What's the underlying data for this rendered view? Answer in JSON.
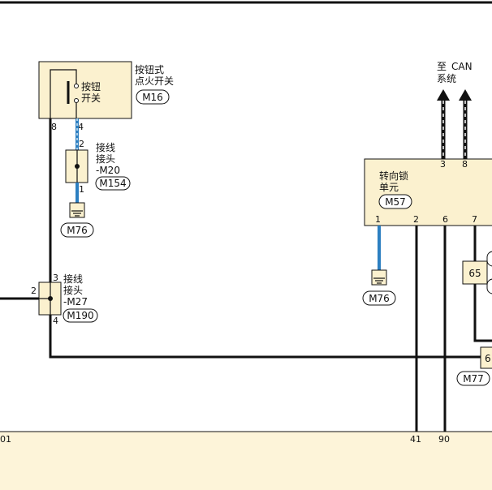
{
  "colors": {
    "component_fill": "#fbf1cf",
    "wire_black": "#111111",
    "wire_blue": "#2c7fc1",
    "bottom_panel": "#fdf4d9"
  },
  "ignition_switch": {
    "inner_text_1": "按钮",
    "inner_text_2": "开关",
    "title_1": "按钮式",
    "title_2": "点火开关",
    "code": "M16",
    "pin_left": "8",
    "pin_right": "4"
  },
  "connector_m20": {
    "label_1": "接线",
    "label_2": "接头",
    "label_3": "-M20",
    "code": "M154",
    "pin_top": "2",
    "pin_bottom": "1",
    "ground_code": "M76"
  },
  "connector_m27": {
    "label_1": "接线",
    "label_2": "接头",
    "label_3": "-M27",
    "code": "M190",
    "pin_top": "3",
    "pin_left": "2",
    "pin_bottom": "4"
  },
  "steering_lock": {
    "title_1": "转向锁",
    "title_2": "单元",
    "code": "M57",
    "pin_top_1": "3",
    "pin_top_2": "8",
    "pin_1": "1",
    "pin_2": "2",
    "pin_6": "6",
    "pin_7": "7",
    "ground_code": "M76"
  },
  "can": {
    "label_1": "至",
    "label_2": "CAN",
    "label_3": "系统"
  },
  "right_parts": {
    "fuse_label": "65",
    "partial_label": "6",
    "code": "M77"
  },
  "bottom_pins": {
    "left": "01",
    "p41": "41",
    "p90": "90"
  }
}
